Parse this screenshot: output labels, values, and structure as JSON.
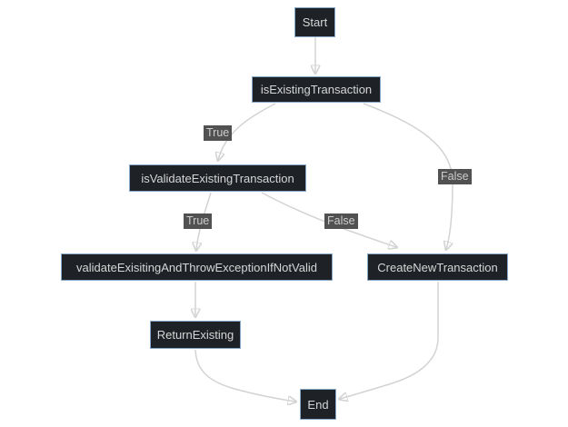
{
  "diagram": {
    "type": "flowchart",
    "direction": "top-down",
    "nodes": [
      {
        "id": "start",
        "label": "Start"
      },
      {
        "id": "isExisting",
        "label": "isExistingTransaction"
      },
      {
        "id": "isValidate",
        "label": "isValidateExistingTransaction"
      },
      {
        "id": "validateThrow",
        "label": "validateExisitingAndThrowExceptionIfNotValid"
      },
      {
        "id": "createNew",
        "label": "CreateNewTransaction"
      },
      {
        "id": "returnExisting",
        "label": "ReturnExisting"
      },
      {
        "id": "end",
        "label": "End"
      }
    ],
    "edges": [
      {
        "from": "start",
        "to": "isExisting",
        "label": ""
      },
      {
        "from": "isExisting",
        "to": "isValidate",
        "label": "True"
      },
      {
        "from": "isExisting",
        "to": "createNew",
        "label": "False"
      },
      {
        "from": "isValidate",
        "to": "validateThrow",
        "label": "True"
      },
      {
        "from": "isValidate",
        "to": "createNew",
        "label": "False"
      },
      {
        "from": "validateThrow",
        "to": "returnExisting",
        "label": ""
      },
      {
        "from": "returnExisting",
        "to": "end",
        "label": ""
      },
      {
        "from": "createNew",
        "to": "end",
        "label": ""
      }
    ],
    "colors": {
      "node_fill": "#1e2126",
      "node_border": "#86a9c9",
      "node_text": "#d6d6d6",
      "edge": "#d3d3d3",
      "edge_label_bg": "#515151",
      "edge_label_text": "#cdcdcd",
      "canvas_bg": "#ffffff"
    }
  }
}
